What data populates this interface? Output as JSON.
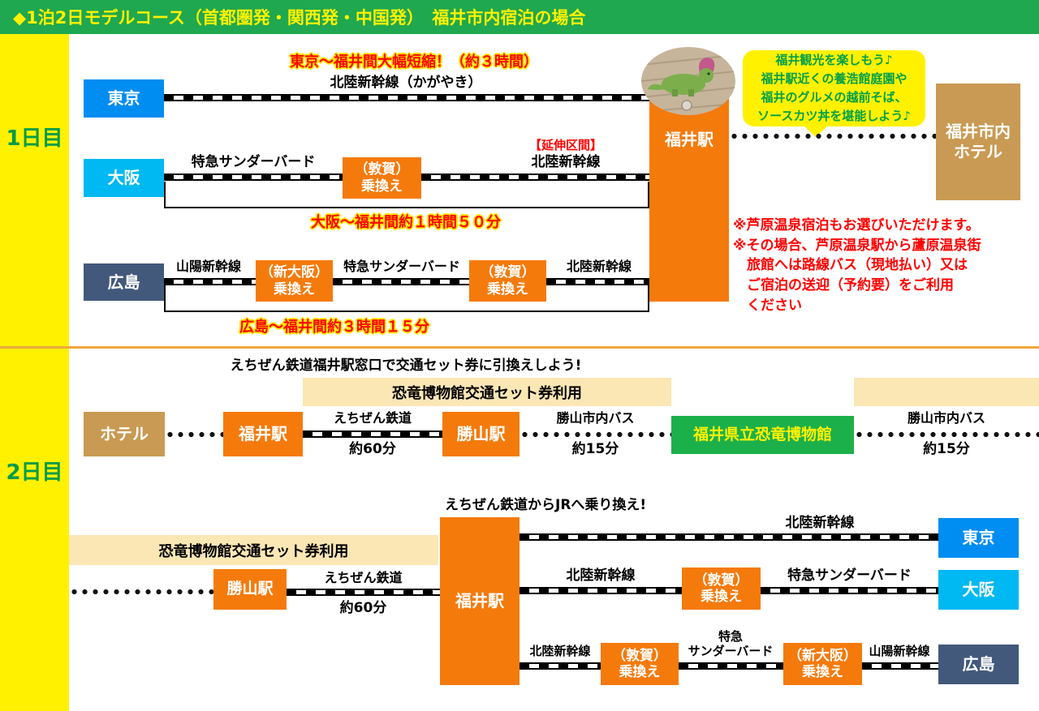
{
  "header": {
    "title": "◆1泊2日モデルコース（首都圏発・関西発・中国発）　福井市内宿泊の場合"
  },
  "sidebar": {
    "day1": "1日目",
    "day2": "2日目"
  },
  "day1": {
    "tokyo": {
      "origin": "東京",
      "highlight": "東京～福井間大幅短縮！（約３時間）",
      "line": "北陸新幹線（かがやき）"
    },
    "osaka": {
      "origin": "大阪",
      "line1": "特急サンダーバード",
      "transfer": "（敦賀）\n乗換え",
      "extension": "【延伸区間】",
      "line2": "北陸新幹線",
      "duration": "大阪～福井間約１時間５０分"
    },
    "hiroshima": {
      "origin": "広島",
      "line1": "山陽新幹線",
      "transfer1": "（新大阪）\n乗換え",
      "line2": "特急サンダーバード",
      "transfer2": "（敦賀）\n乗換え",
      "line3": "北陸新幹線",
      "duration": "広島～福井間約３時間１５分"
    },
    "fukui_station": "福井駅",
    "bubble": "福井観光を楽しもう♪\n福井駅近くの養浩館庭園や\n福井のグルメの越前そば、\nソースカツ丼を堪能しよう♪",
    "hotel": "福井市内\nホテル",
    "notes": "※芦原温泉宿泊もお選びいただけます。\n※その場合、芦原温泉駅から蘆原温泉街\n　旅館へは路線バス（現地払い）又は\n　ご宿泊の送迎（予約要）をご利用\n　ください"
  },
  "day2": {
    "exchange_note": "えちぜん鉄道福井駅窓口で交通セット券に引換えしよう!",
    "ticket_banner": "恐竜博物館交通セット券利用",
    "morning": {
      "hotel": "ホテル",
      "fukui": "福井駅",
      "rail_line": "えちぜん鉄道",
      "rail_time": "約60分",
      "katsuyama": "勝山駅",
      "bus_line": "勝山市内バス",
      "bus_time": "約15分",
      "museum": "福井県立恐竜博物館",
      "bus2_line": "勝山市内バス",
      "bus2_time": "約15分"
    },
    "jr_note": "えちぜん鉄道からJRへ乗り換え!",
    "ticket_banner2": "恐竜博物館交通セット券利用",
    "afternoon": {
      "katsuyama": "勝山駅",
      "rail_line": "えちぜん鉄道",
      "rail_time": "約60分",
      "fukui": "福井駅",
      "to_tokyo": {
        "line": "北陸新幹線",
        "dest": "東京"
      },
      "to_osaka": {
        "line1": "北陸新幹線",
        "transfer": "（敦賀）\n乗換え",
        "line2": "特急サンダーバード",
        "dest": "大阪"
      },
      "to_hiroshima": {
        "line1": "北陸新幹線",
        "transfer1": "（敦賀）\n乗換え",
        "line2": "特急\nサンダーバード",
        "transfer2": "（新大阪）\n乗換え",
        "line3": "山陽新幹線",
        "dest": "広島"
      }
    }
  },
  "colors": {
    "header_green": "#1FA84F",
    "accent_yellow": "#FFF100",
    "day_label_green": "#009B48",
    "tokyo_blue": "#008DF2",
    "osaka_cyan": "#00B9F2",
    "hiroshima_slate": "#42597C",
    "orange": "#F57A0C",
    "tan": "#C99A53",
    "museum_green": "#1CB04B",
    "cream": "#FBE7B4",
    "red": "#FF0000"
  }
}
